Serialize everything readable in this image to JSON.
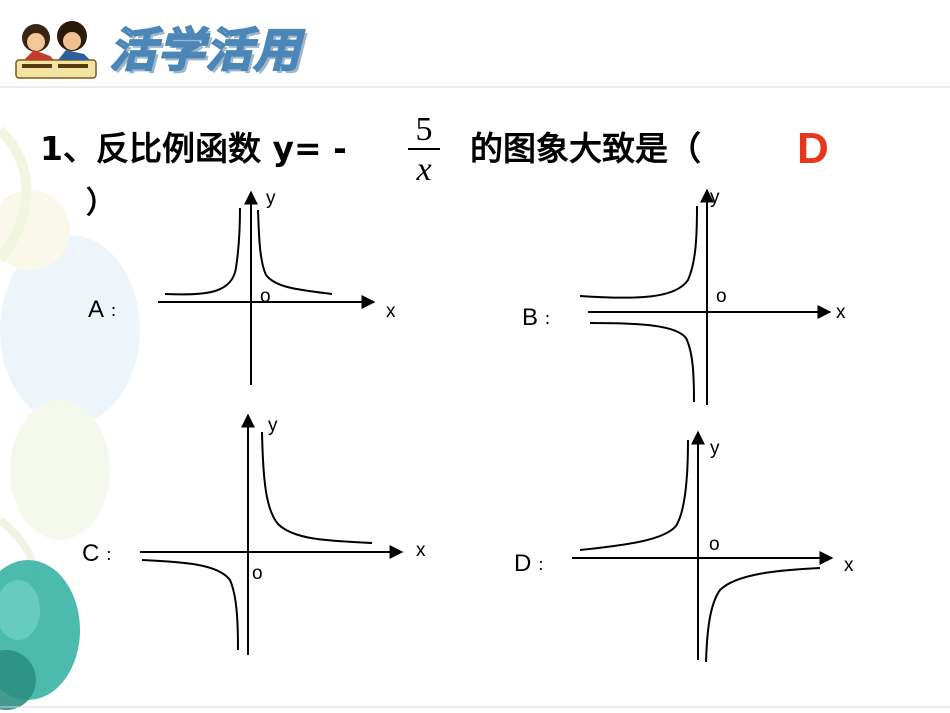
{
  "header": {
    "banner_text": "活学活用",
    "logo_icon": "reading-children-icon"
  },
  "question": {
    "number": "1、",
    "text_before": "反比例函数 y= -",
    "fraction_numerator": "5",
    "fraction_denominator": "x",
    "text_after": "的图象大致是（",
    "answer": "D",
    "closing_paren": "）",
    "answer_color": "#e8361c"
  },
  "options": [
    {
      "id": "A",
      "label": "A",
      "colon": "：",
      "y_label": "y",
      "x_label": "x",
      "origin_label": "o"
    },
    {
      "id": "B",
      "label": "B",
      "colon": "：",
      "y_label": "y",
      "x_label": "x",
      "origin_label": "o"
    },
    {
      "id": "C",
      "label": "C",
      "colon": "：",
      "y_label": "y",
      "x_label": "x",
      "origin_label": "o"
    },
    {
      "id": "D",
      "label": "D",
      "colon": "：",
      "y_label": "y",
      "x_label": "x",
      "origin_label": "o"
    }
  ]
}
